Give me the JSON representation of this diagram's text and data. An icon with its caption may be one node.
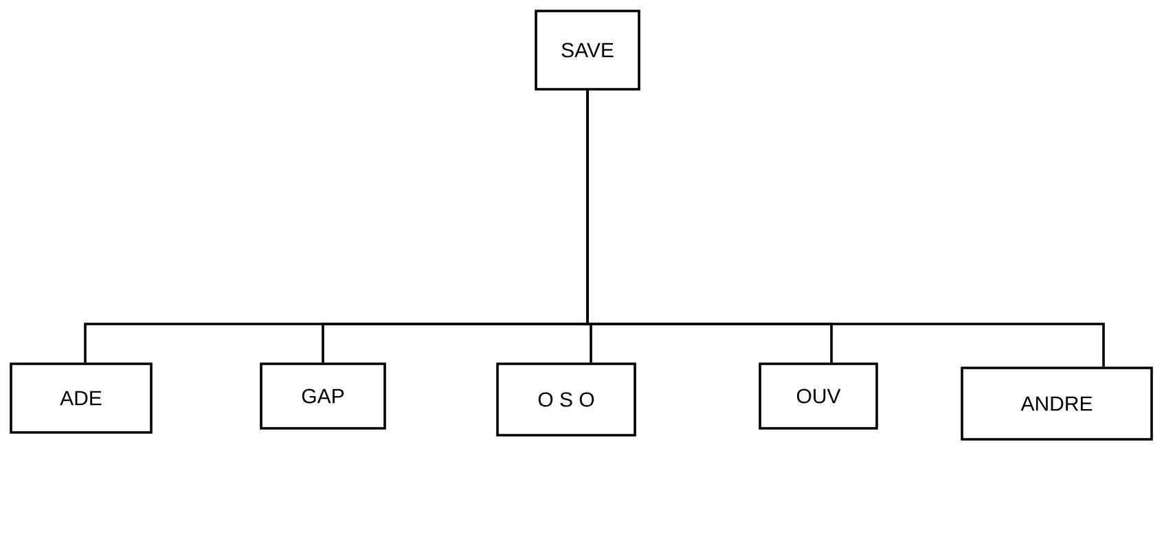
{
  "diagram": {
    "nodes": [
      {
        "text": [
          "SAVE"
        ]
      },
      {
        "text": [
          "ADE"
        ]
      },
      {
        "text": [
          "GAP"
        ]
      },
      {
        "text": [
          "O S O"
        ]
      },
      {
        "text": [
          "OUV"
        ]
      },
      {
        "text": [
          "ANDRE"
        ]
      }
    ],
    "edges": [
      {
        "from": 0,
        "to": 1,
        "arrow": "none"
      },
      {
        "from": 0,
        "to": 2,
        "arrow": "none"
      },
      {
        "from": 0,
        "to": 3,
        "arrow": "none"
      },
      {
        "from": 0,
        "to": 4,
        "arrow": "none"
      },
      {
        "from": 0,
        "to": 5,
        "arrow": "none"
      }
    ]
  }
}
